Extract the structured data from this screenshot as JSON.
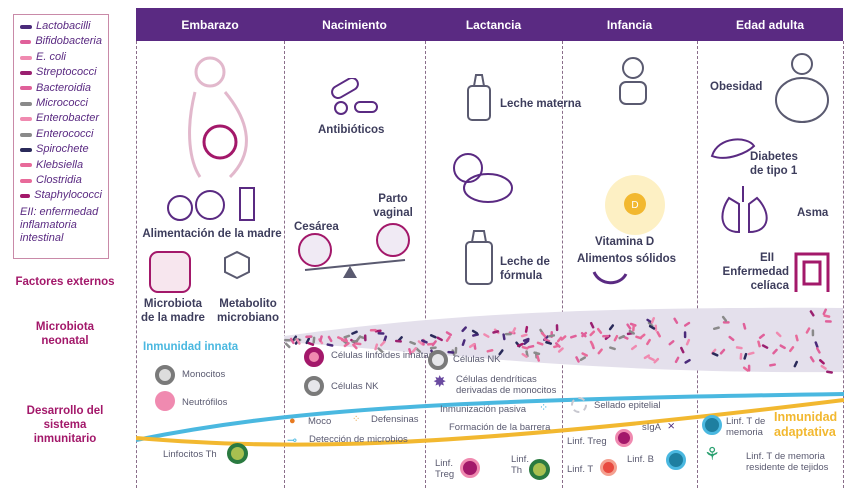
{
  "legend": {
    "items": [
      {
        "label": "Lactobacilli",
        "color": "#4a2a7a"
      },
      {
        "label": "Bifidobacteria",
        "color": "#e0609a"
      },
      {
        "label": "E. coli",
        "color": "#f08ab0"
      },
      {
        "label": "Streptococci",
        "color": "#9a2070"
      },
      {
        "label": "Bacteroidia",
        "color": "#e0609a"
      },
      {
        "label": "Micrococci",
        "color": "#8a8a8a"
      },
      {
        "label": "Enterobacter",
        "color": "#f08ab0"
      },
      {
        "label": "Enterococci",
        "color": "#8a8a8a"
      },
      {
        "label": "Spirochete",
        "color": "#2a2a5a"
      },
      {
        "label": "Klebsiella",
        "color": "#e86a9a"
      },
      {
        "label": "Clostridia",
        "color": "#e86a9a"
      },
      {
        "label": "Staphylococci",
        "color": "#a3186a"
      }
    ],
    "note": "EII: enfermedad inflamatoria intestinal"
  },
  "columns": [
    "Embarazo",
    "Nacimiento",
    "Lactancia",
    "Infancia",
    "Edad adulta"
  ],
  "rows": {
    "factors": "Factores externos",
    "microbiota": "Microbiota neonatal",
    "immune": "Desarrollo del sistema inmunitario"
  },
  "factors": {
    "embarazo": [
      "Alimentación de la madre",
      "Microbiota de la madre",
      "Metabolito microbiano"
    ],
    "nacimiento": [
      "Antibióticos",
      "Cesárea",
      "Parto vaginal"
    ],
    "lactancia": [
      "Leche materna",
      "Leche de fórmula"
    ],
    "infancia": [
      "Vitamina D",
      "Alimentos sólidos"
    ],
    "adulta": [
      "Obesidad",
      "Diabetes de tipo 1",
      "Asma",
      "EII",
      "Enfermedad celíaca"
    ]
  },
  "immune": {
    "innate_label": "Inmunidad innata",
    "adaptive_label": "Inmunidad adaptativa",
    "items": [
      "Monocitos",
      "Neutrófilos",
      "Linfocitos Th",
      "Células linfoides innatas",
      "Células NK",
      "Moco",
      "Defensinas",
      "Detección de microbios",
      "Células NK",
      "Células dendríticas derivadas de monocitos",
      "Inmunización pasiva",
      "Formación de la barrera",
      "Linf. Treg",
      "Linf. Th",
      "Sellado epitelial",
      "sIgA",
      "Linf. Treg",
      "Linf. B",
      "Linf. T",
      "Linf. T de memoria",
      "Linf. T de memoria residente de tejidos"
    ]
  },
  "colors": {
    "header": "#5a2a82",
    "accent": "#a3186a",
    "innate": "#4ab8e0",
    "adaptive": "#f2b830"
  }
}
